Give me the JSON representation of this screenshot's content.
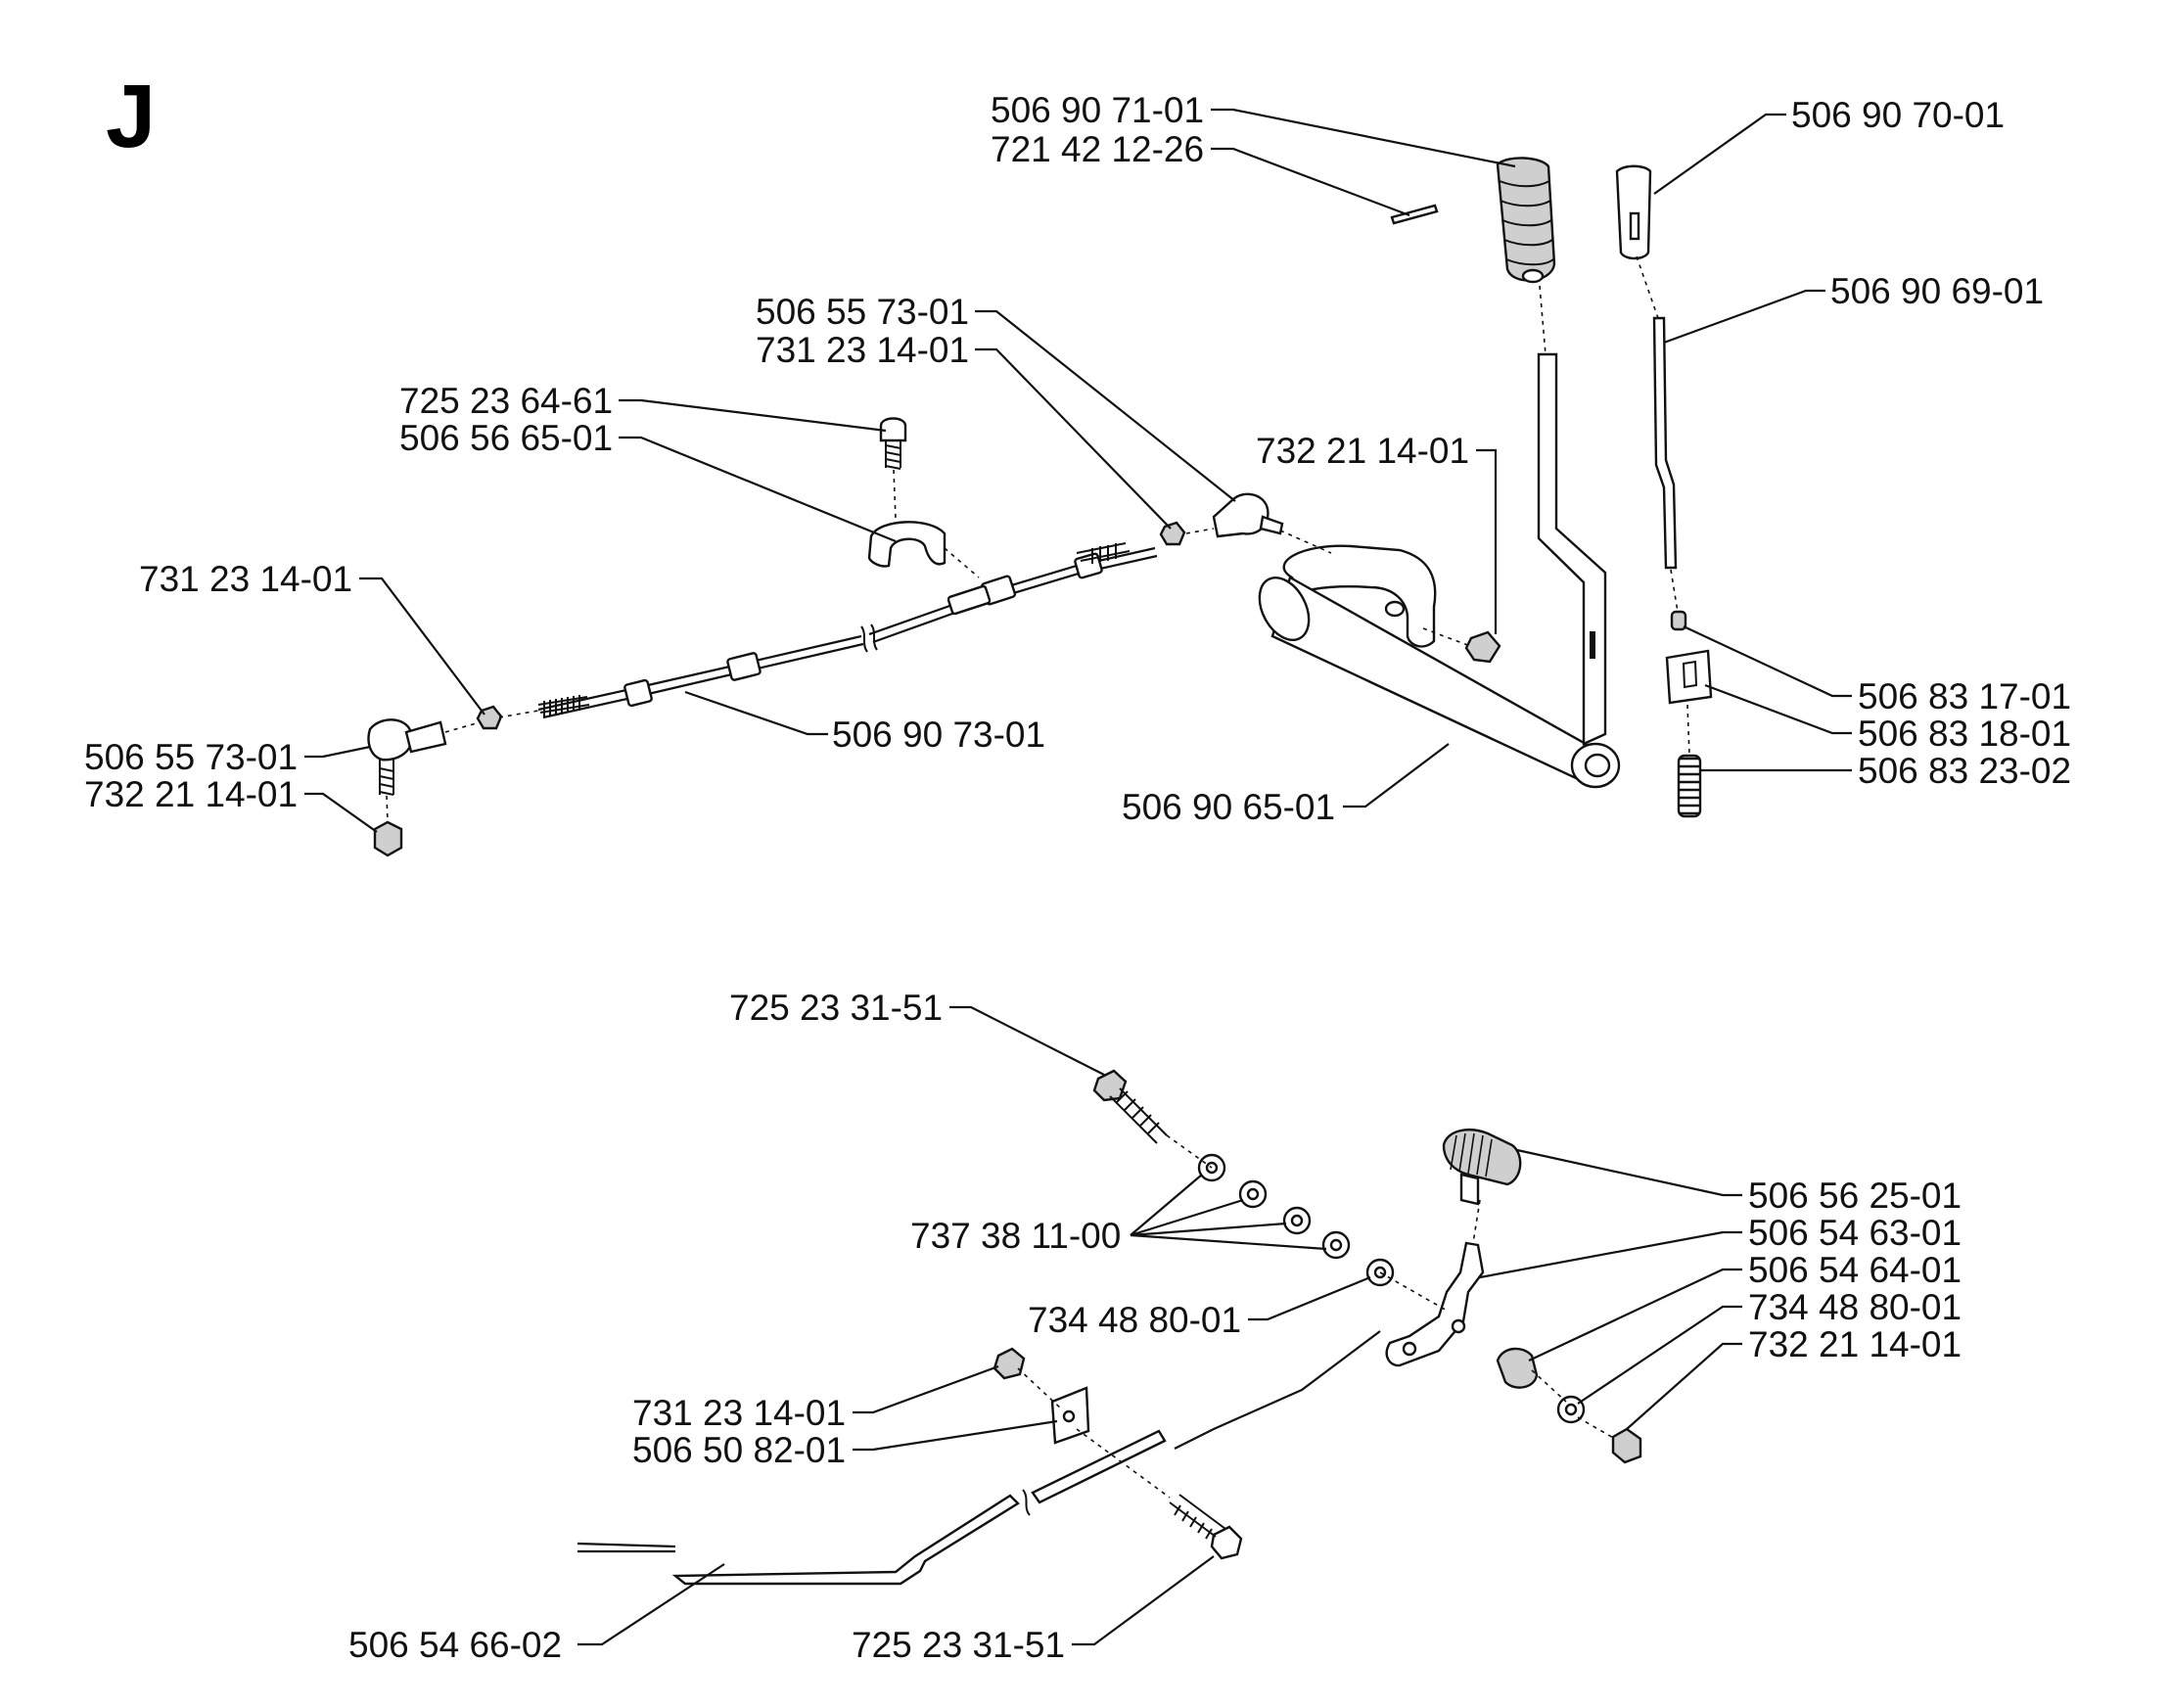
{
  "section_letter": "J",
  "labels": {
    "l01": "506 90 71-01",
    "l02": "721 42 12-26",
    "l03": "506 90 70-01",
    "l04": "506 90 69-01",
    "l05": "506 55 73-01",
    "l06": "731 23 14-01",
    "l07": "725 23 64-61",
    "l08": "506 56 65-01",
    "l09": "732 21 14-01",
    "l10": "731 23 14-01",
    "l11": "506 90 73-01",
    "l12": "506 55 73-01",
    "l13": "732 21 14-01",
    "l14": "506 83 17-01",
    "l15": "506 83 18-01",
    "l16": "506 83 23-02",
    "l17": "506 90 65-01",
    "l18": "725 23 31-51",
    "l19": "506 56 25-01",
    "l20": "506 54 63-01",
    "l21": "506 54 64-01",
    "l22": "734 48 80-01",
    "l23": "732 21 14-01",
    "l24": "737 38 11-00",
    "l25": "734 48 80-01",
    "l26": "731 23 14-01",
    "l27": "506 50 82-01",
    "l28": "506 54 66-02",
    "l29": "725 23 31-51"
  }
}
